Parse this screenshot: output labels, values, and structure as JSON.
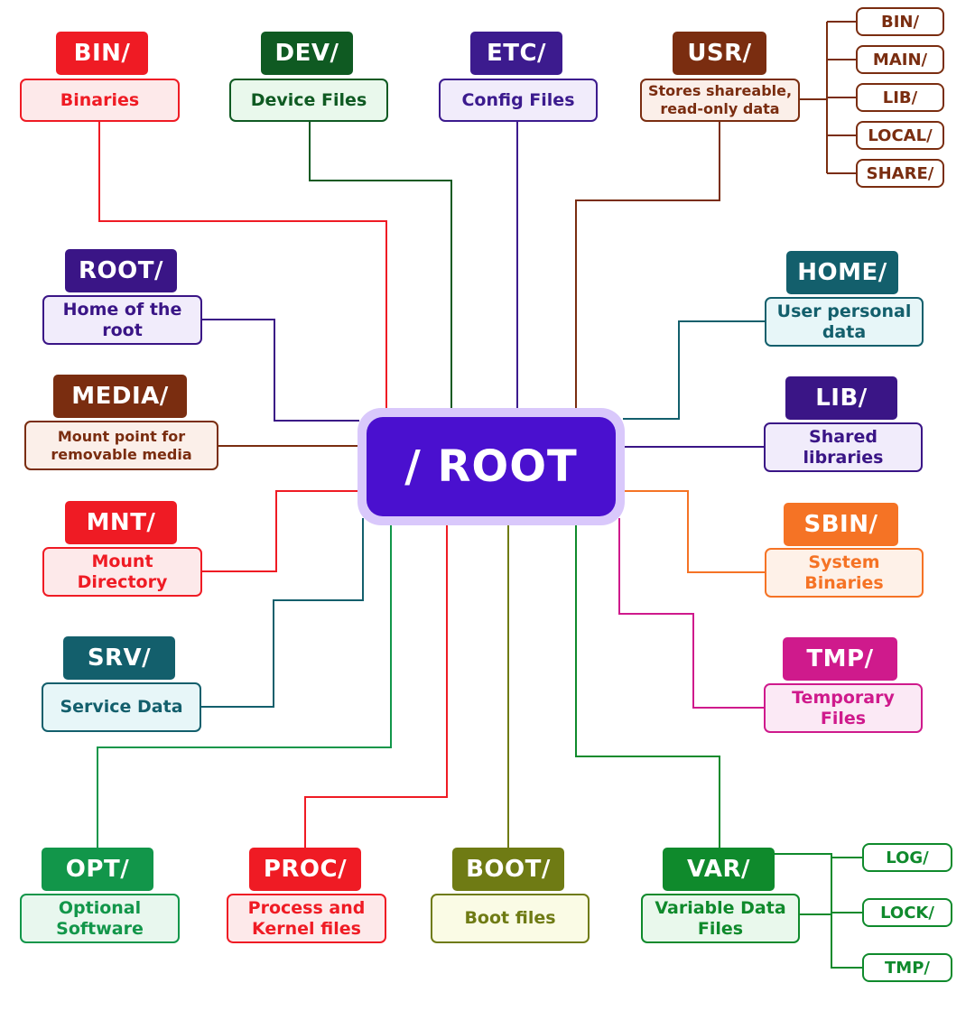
{
  "root": {
    "label": "/ ROOT"
  },
  "nodes": [
    {
      "id": "bin",
      "tag": "BIN/",
      "desc": "Binaries",
      "color": "#ef1b24",
      "fill": "#fde9ea"
    },
    {
      "id": "dev",
      "tag": "DEV/",
      "desc": "Device Files",
      "color": "#0f5a22",
      "fill": "#e9f8ec"
    },
    {
      "id": "etc",
      "tag": "ETC/",
      "desc": "Config Files",
      "color": "#3c1b8e",
      "fill": "#f1ecfb"
    },
    {
      "id": "usr",
      "tag": "USR/",
      "desc": "Stores shareable,\nread-only data",
      "color": "#7a2d10",
      "fill": "#fbefe9"
    },
    {
      "id": "root",
      "tag": "ROOT/",
      "desc": "Home of the\nroot",
      "color": "#3a1586",
      "fill": "#f1ecfb"
    },
    {
      "id": "home",
      "tag": "HOME/",
      "desc": "User personal\ndata",
      "color": "#135f6c",
      "fill": "#e7f6f8"
    },
    {
      "id": "media",
      "tag": "MEDIA/",
      "desc": "Mount point for\nremovable media",
      "color": "#7a2d10",
      "fill": "#fbefe9"
    },
    {
      "id": "lib",
      "tag": "LIB/",
      "desc": "Shared\nlibraries",
      "color": "#3a1586",
      "fill": "#f1ecfb"
    },
    {
      "id": "mnt",
      "tag": "MNT/",
      "desc": "Mount\nDirectory",
      "color": "#ef1b24",
      "fill": "#fde9ea"
    },
    {
      "id": "sbin",
      "tag": "SBIN/",
      "desc": "System\nBinaries",
      "color": "#f57325",
      "fill": "#fef1e8"
    },
    {
      "id": "srv",
      "tag": "SRV/",
      "desc": "Service Data",
      "color": "#135f6c",
      "fill": "#e7f6f8"
    },
    {
      "id": "tmp",
      "tag": "TMP/",
      "desc": "Temporary\nFiles",
      "color": "#cf1a8c",
      "fill": "#fbe9f5"
    },
    {
      "id": "opt",
      "tag": "OPT/",
      "desc": "Optional\nSoftware",
      "color": "#12964a",
      "fill": "#e8f7ee"
    },
    {
      "id": "proc",
      "tag": "PROC/",
      "desc": "Process and\nKernel files",
      "color": "#ef1b24",
      "fill": "#fde9ea"
    },
    {
      "id": "boot",
      "tag": "BOOT/",
      "desc": "Boot files",
      "color": "#6f7b14",
      "fill": "#fafbe5"
    },
    {
      "id": "var",
      "tag": "VAR/",
      "desc": "Variable Data\nFiles",
      "color": "#0f8a2c",
      "fill": "#e9f8ec"
    }
  ],
  "usr_children": {
    "color": "#7a2d10",
    "items": [
      "BIN/",
      "MAIN/",
      "LIB/",
      "LOCAL/",
      "SHARE/"
    ]
  },
  "var_children": {
    "color": "#0f8a2c",
    "items": [
      "LOG/",
      "LOCK/",
      "TMP/"
    ]
  }
}
